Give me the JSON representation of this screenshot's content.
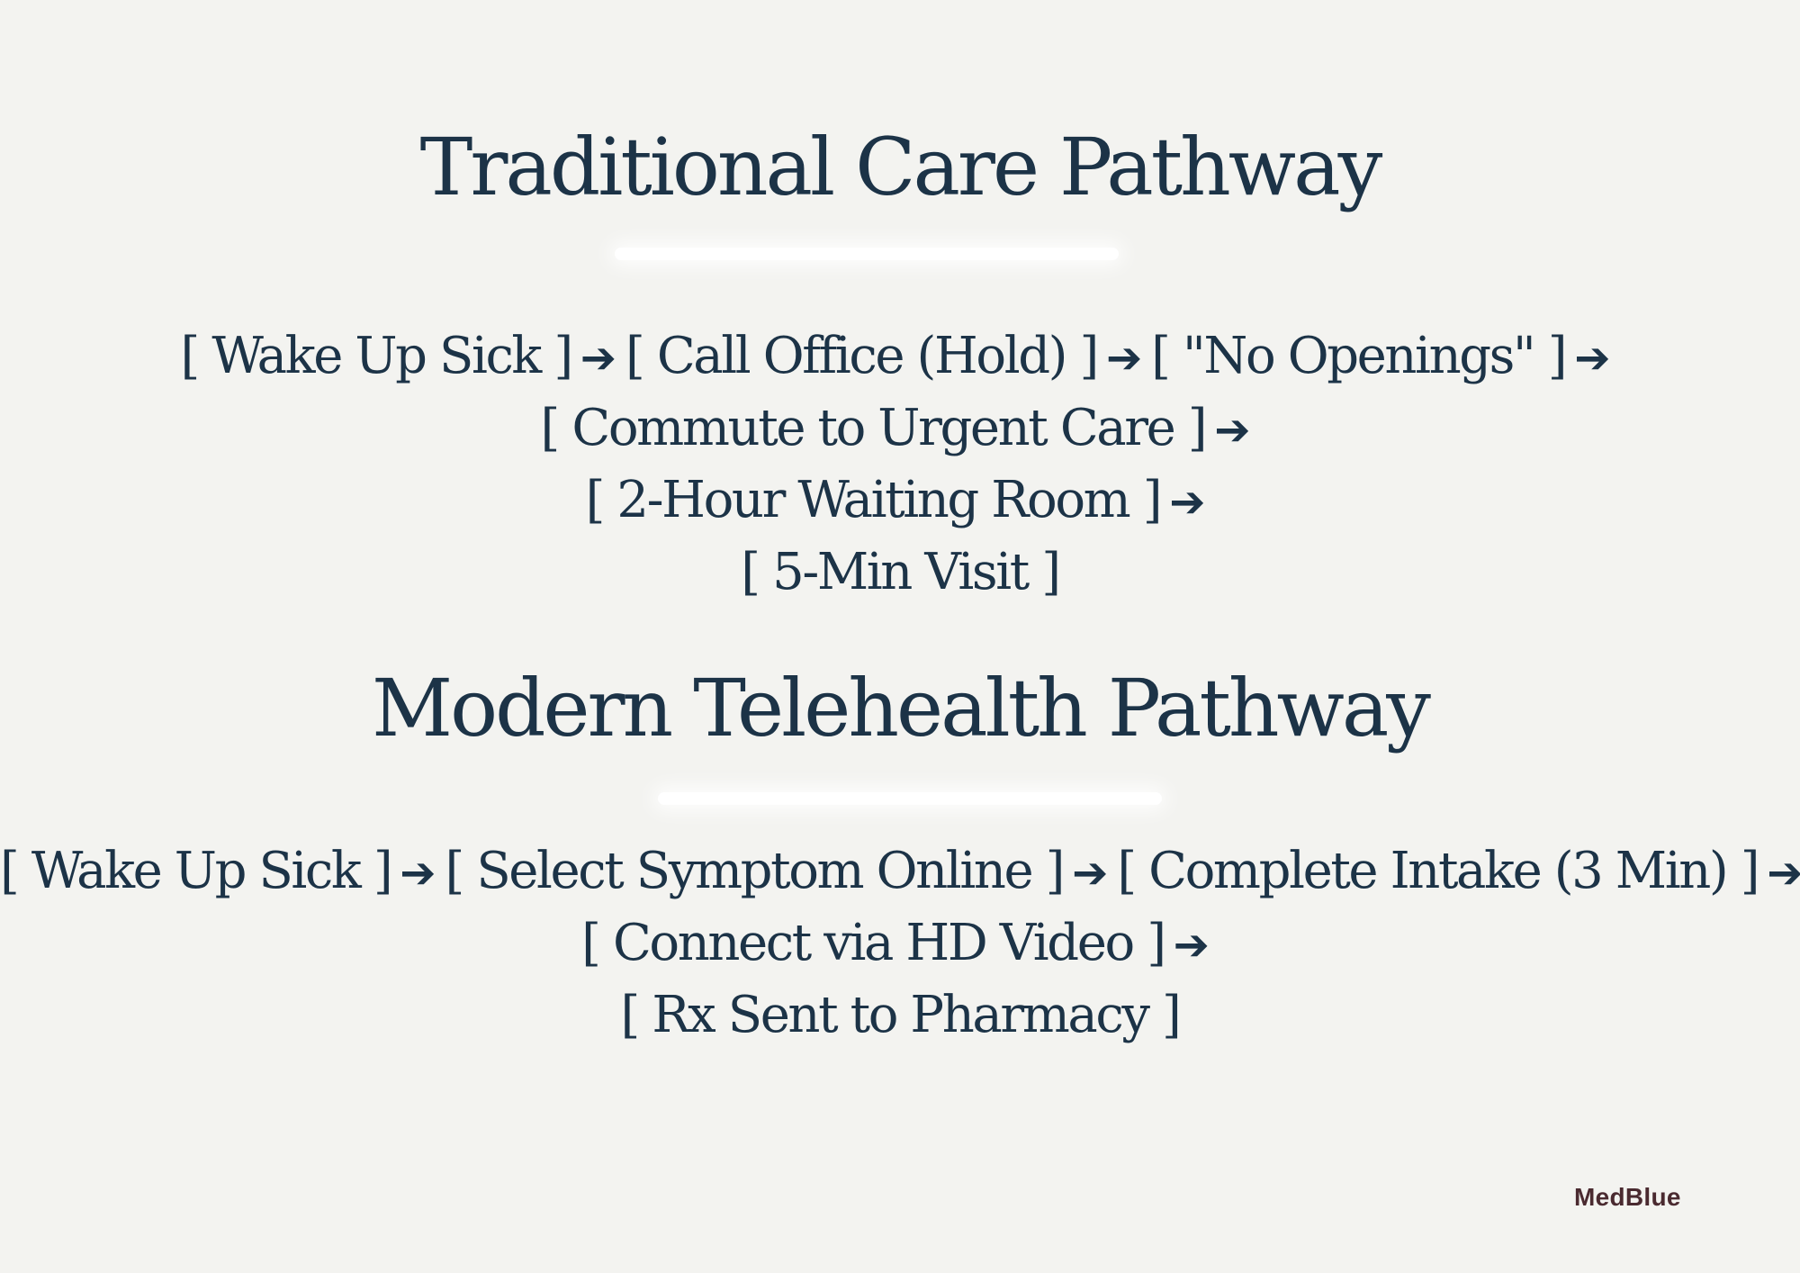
{
  "traditional": {
    "title": "Traditional Care Pathway",
    "lines": [
      [
        "[ Wake Up Sick ]",
        "[ Call Office (Hold) ]",
        "[ \"No Openings\" ]"
      ],
      [
        "[ Commute to Urgent Care ]"
      ],
      [
        "[ 2-Hour Waiting Room ]"
      ],
      [
        "[ 5-Min Visit ]"
      ]
    ],
    "arrow": "➔"
  },
  "telehealth": {
    "title": "Modern Telehealth Pathway",
    "lines": [
      [
        "[ Wake Up Sick ]",
        "[ Select Symptom Online ]",
        "[ Complete Intake (3 Min) ]"
      ],
      [
        "[ Connect via HD Video ]"
      ],
      [
        "[ Rx Sent to Pharmacy ]"
      ]
    ],
    "arrow": "➔"
  },
  "footer": {
    "brand": "MedBlue"
  }
}
